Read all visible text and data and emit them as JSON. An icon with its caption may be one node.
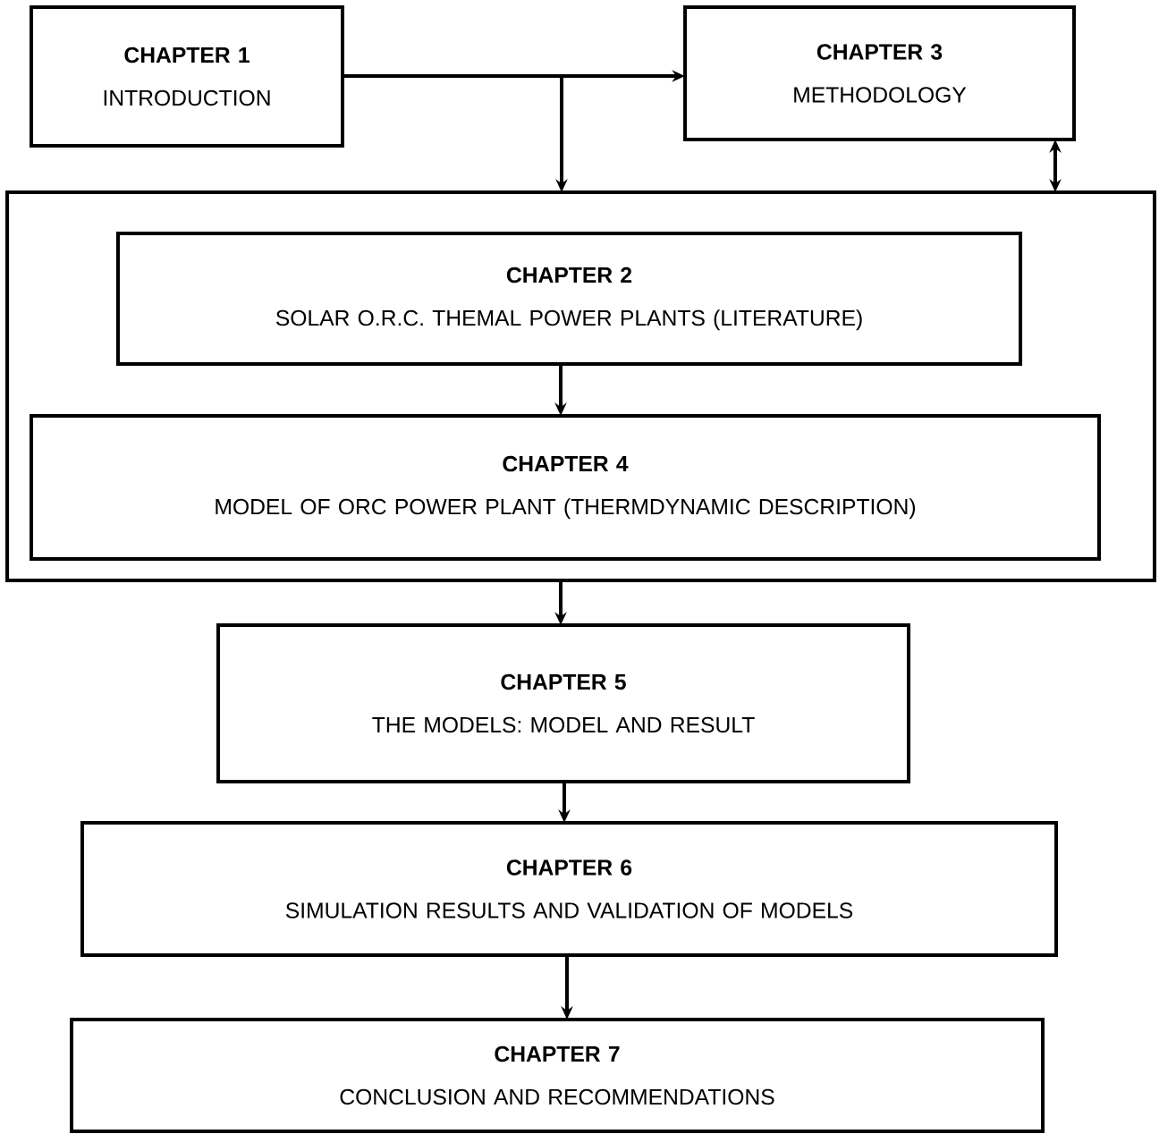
{
  "diagram": {
    "nodes": [
      {
        "text": [
          "CHAPTER 1",
          "INTRODUCTION"
        ]
      },
      {
        "text": [
          "CHAPTER 3",
          "METHODOLOGY"
        ]
      },
      {
        "text": [],
        "shape": "box"
      },
      {
        "text": [
          "CHAPTER 2",
          "SOLAR O.R.C. THEMAL POWER PLANTS (LITERATURE)"
        ],
        "in": 2
      },
      {
        "text": [
          "CHAPTER 4",
          "MODEL OF ORC POWER PLANT (THERMDYNAMIC DESCRIPTION)"
        ],
        "in": 2
      },
      {
        "text": [
          "CHAPTER 5",
          "THE MODELS: MODEL AND RESULT"
        ]
      },
      {
        "text": [
          "CHAPTER 6",
          "SIMULATION RESULTS AND VALIDATION OF MODELS"
        ]
      },
      {
        "text": [
          "CHAPTER 7",
          "CONCLUSION AND RECOMMENDATIONS"
        ]
      }
    ],
    "edges": [
      {
        "from": 0,
        "to": 1,
        "arrow": "to"
      },
      {
        "from": 0,
        "to": 2,
        "arrow": "to"
      },
      {
        "from": 1,
        "to": 2,
        "arrow": "both"
      },
      {
        "from": 3,
        "to": 4,
        "arrow": "to"
      },
      {
        "from": 2,
        "to": 5,
        "arrow": "to"
      },
      {
        "from": 5,
        "to": 6,
        "arrow": "to"
      },
      {
        "from": 6,
        "to": 7,
        "arrow": "to"
      }
    ]
  }
}
